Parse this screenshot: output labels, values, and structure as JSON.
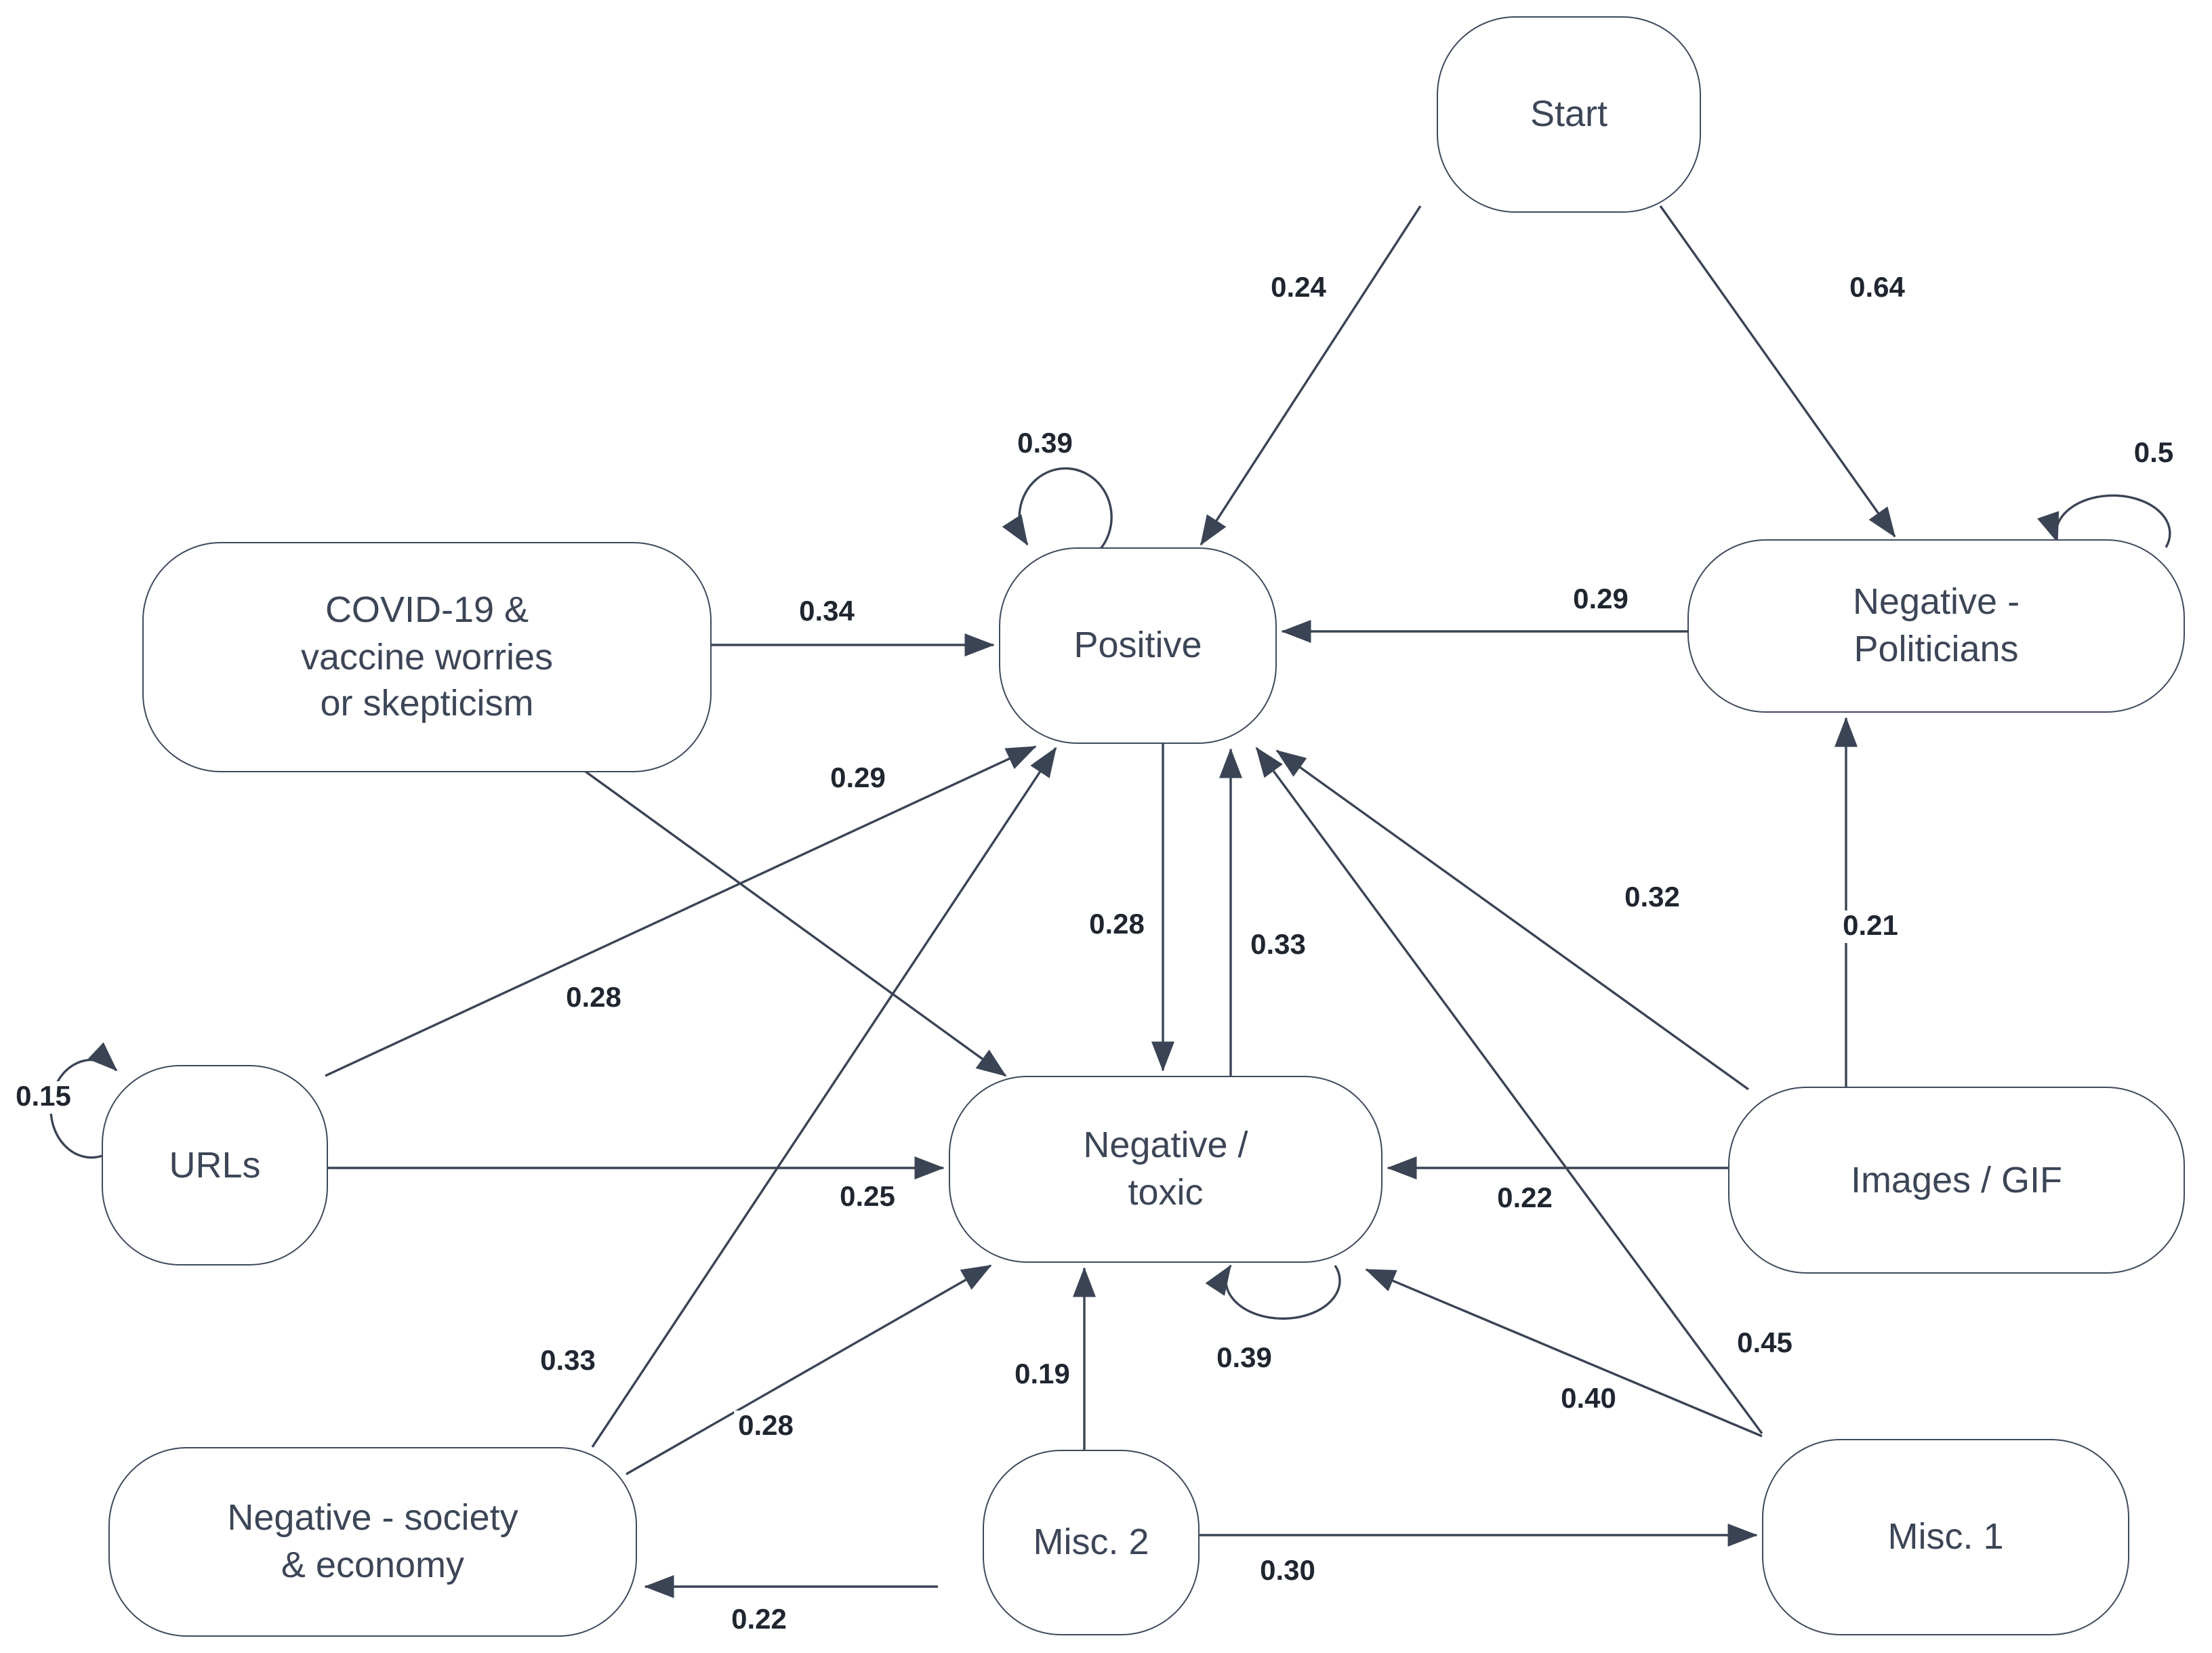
{
  "diagram": {
    "type": "state-transition-diagram",
    "description": "Markov-style topic/sentiment transition diagram with probabilities on arrows",
    "nodes": [
      {
        "id": "start",
        "label": "Start",
        "lines": [
          "Start"
        ]
      },
      {
        "id": "covid",
        "label": "COVID-19 & vaccine worries or skepticism",
        "lines": [
          "COVID-19 &",
          "vaccine worries",
          "or skepticism"
        ]
      },
      {
        "id": "positive",
        "label": "Positive",
        "lines": [
          "Positive"
        ]
      },
      {
        "id": "neg_politicians",
        "label": "Negative - Politicians",
        "lines": [
          "Negative -",
          "Politicians"
        ]
      },
      {
        "id": "urls",
        "label": "URLs",
        "lines": [
          "URLs"
        ]
      },
      {
        "id": "neg_toxic",
        "label": "Negative / toxic",
        "lines": [
          "Negative /",
          "toxic"
        ]
      },
      {
        "id": "images_gif",
        "label": "Images / GIF",
        "lines": [
          "Images / GIF"
        ]
      },
      {
        "id": "neg_society",
        "label": "Negative - society & economy",
        "lines": [
          "Negative - society",
          "& economy"
        ]
      },
      {
        "id": "misc2",
        "label": "Misc. 2",
        "lines": [
          "Misc. 2"
        ]
      },
      {
        "id": "misc1",
        "label": "Misc. 1",
        "lines": [
          "Misc. 1"
        ]
      }
    ],
    "edges": [
      {
        "from": "start",
        "to": "positive",
        "label": "0.24"
      },
      {
        "from": "start",
        "to": "neg_politicians",
        "label": "0.64"
      },
      {
        "from": "positive",
        "to": "positive",
        "label": "0.39"
      },
      {
        "from": "neg_politicians",
        "to": "neg_politicians",
        "label": "0.5"
      },
      {
        "from": "covid",
        "to": "positive",
        "label": "0.34"
      },
      {
        "from": "neg_politicians",
        "to": "positive",
        "label": "0.29"
      },
      {
        "from": "covid",
        "to": "neg_toxic",
        "label": "0.29"
      },
      {
        "from": "urls",
        "to": "positive",
        "label": "0.28"
      },
      {
        "from": "urls",
        "to": "urls",
        "label": "0.15"
      },
      {
        "from": "urls",
        "to": "neg_toxic",
        "label": "0.25"
      },
      {
        "from": "positive",
        "to": "neg_toxic",
        "label": "0.28"
      },
      {
        "from": "neg_toxic",
        "to": "positive",
        "label": "0.33"
      },
      {
        "from": "images_gif",
        "to": "positive",
        "label": "0.32"
      },
      {
        "from": "images_gif",
        "to": "neg_politicians",
        "label": "0.21"
      },
      {
        "from": "images_gif",
        "to": "neg_toxic",
        "label": "0.22"
      },
      {
        "from": "neg_society",
        "to": "positive",
        "label": "0.33"
      },
      {
        "from": "neg_society",
        "to": "neg_toxic",
        "label": "0.28"
      },
      {
        "from": "misc2",
        "to": "neg_toxic",
        "label": "0.19"
      },
      {
        "from": "neg_toxic",
        "to": "neg_toxic",
        "label": "0.39"
      },
      {
        "from": "misc1",
        "to": "neg_toxic",
        "label": "0.40"
      },
      {
        "from": "misc1",
        "to": "positive",
        "label": "0.45"
      },
      {
        "from": "misc2",
        "to": "misc1",
        "label": "0.30"
      },
      {
        "from": "misc2",
        "to": "neg_society",
        "label": "0.22"
      }
    ],
    "colors": {
      "node_border": "#3e4a5c",
      "node_fill": "#ffffff",
      "node_text": "#3c4657",
      "edge_stroke": "#3a4454",
      "edge_label_text": "#1f2630",
      "background": "#ffffff"
    }
  }
}
